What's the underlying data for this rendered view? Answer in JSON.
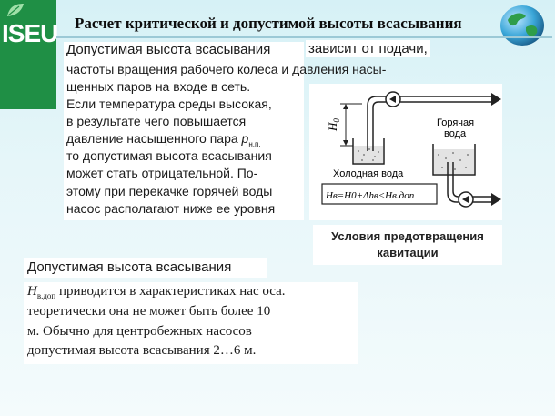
{
  "slide": {
    "logo_text": "ISEU",
    "title": "Расчет критической и допустимой высоты всасывания"
  },
  "main_text": {
    "lines": [
      "Допустимая высота всасывания",
      "частоты вращения рабочего колеса и  давления   насы-",
      "щенных   паров  на  входе  в  сеть.",
      "Если  температура  среды  высокая,",
      "в   результате     чего  повышается",
      "давление  насыщенного  пара  ",
      "то допустимая высота всасывания",
      "может  стать  отрицательной.  По-",
      "этому при перекачке горячей воды",
      "насос располагают ниже ее уровня"
    ],
    "ext_depends": "зависит от подачи,",
    "pressure_symbol": "p",
    "pressure_sub": "н.п,"
  },
  "diagram": {
    "label_h0": "H",
    "label_h0_sub": "0",
    "cold_water": "Холодная вода",
    "hot_water_1": "Горячая",
    "hot_water_2": "вода",
    "formula": "Hв=H0+Δhв<Hв.доп"
  },
  "caption": {
    "line1": "Условия предотвращения",
    "line2": "кавитации"
  },
  "sub_heading": "Допустимая высота всасывания",
  "para": {
    "symbol": "H",
    "symbol_sub": "в.доп",
    "line1_rest": "  приводится  в  характеристиках  нас оса.",
    "line2": "теоретически  она  не  может  быть  более  10",
    "line3": "м.  Обычно  для  центробежных  насосов",
    "line4": "допустимая высота всасывания 2…6 м."
  },
  "colors": {
    "logo_green": "#1f8f45",
    "background": "#d6f1f6"
  }
}
